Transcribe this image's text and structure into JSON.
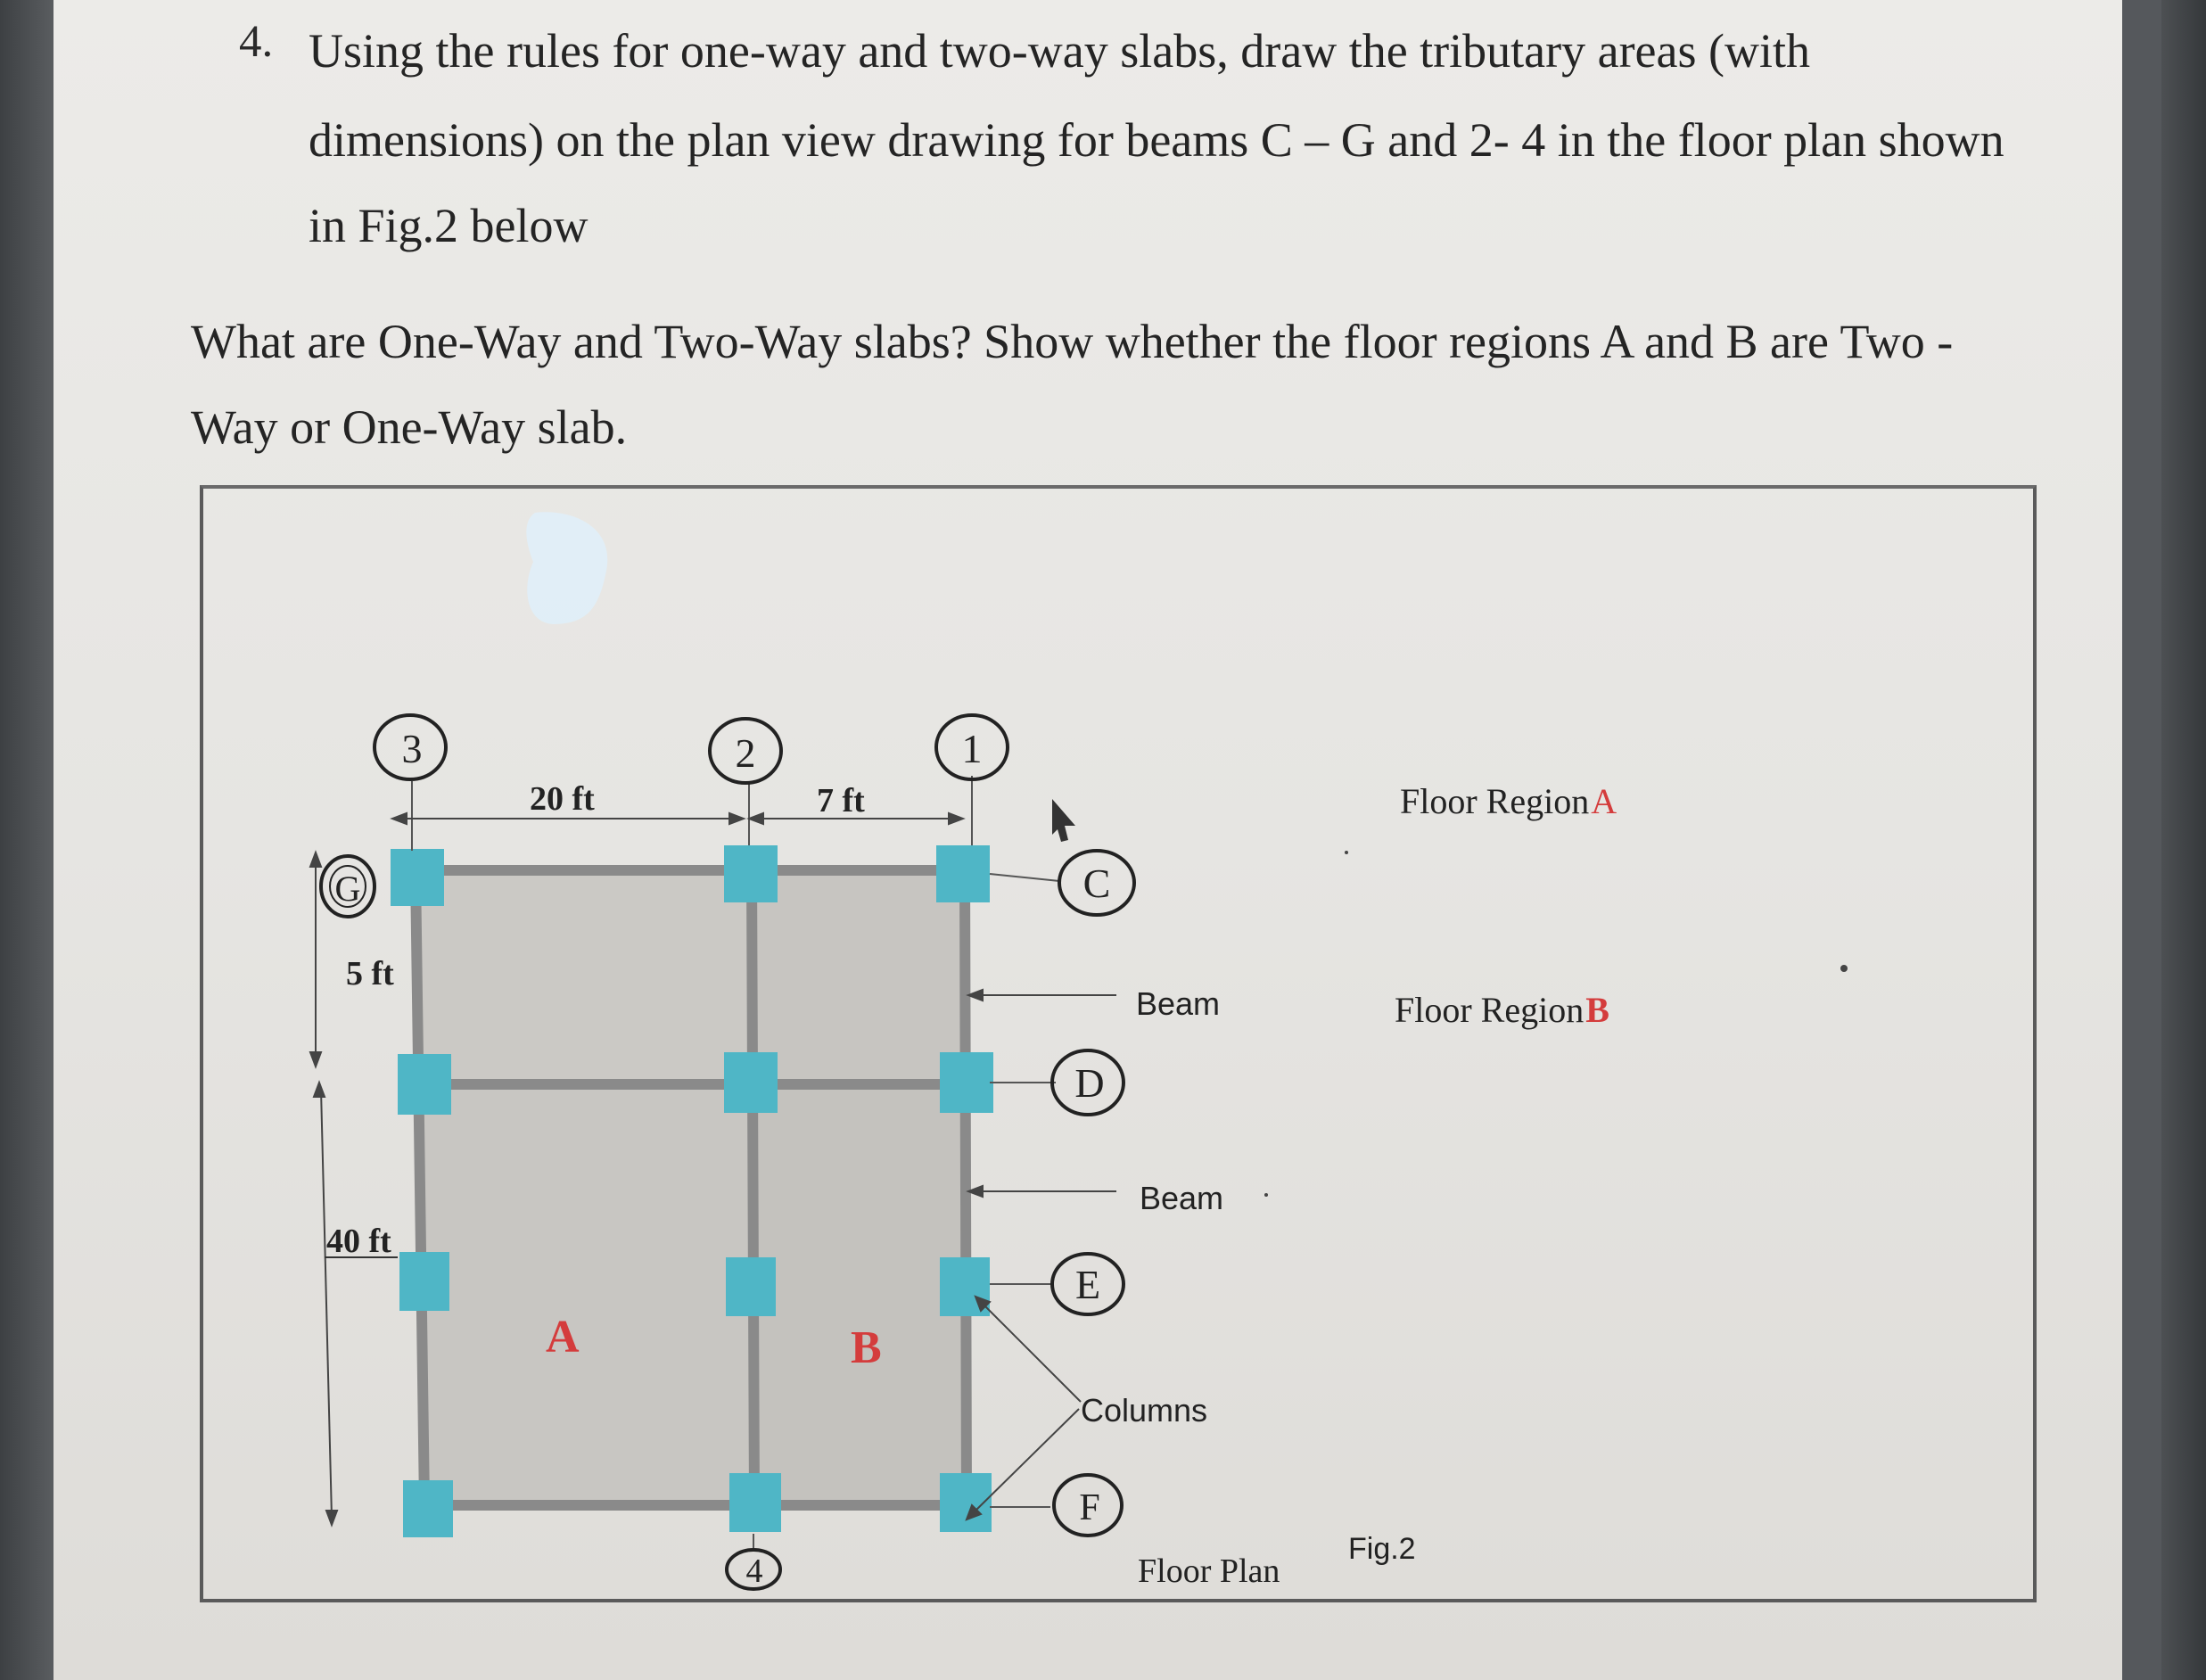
{
  "question": {
    "number": "4.",
    "line1": "Using the rules for one-way and two-way slabs, draw the tributary areas (with",
    "line2": "dimensions) on the plan view drawing for beams C – G and 2- 4 in the floor plan shown",
    "line3": "in Fig.2 below"
  },
  "prompt": {
    "line1": "What are One-Way and Two-Way slabs? Show whether the floor regions A and B are Two -",
    "line2": "Way or One-Way slab."
  },
  "figure": {
    "grid_columns": [
      "3",
      "2",
      "1"
    ],
    "grid_rows": [
      "G",
      "C",
      "D",
      "E",
      "F"
    ],
    "bottom_grid": "4",
    "dim_20": "20 ft",
    "dim_7": "7 ft",
    "dim_5": "5 ft",
    "dim_40": "40 ft",
    "region_a": "A",
    "region_b": "B",
    "beam_label_1": "Beam",
    "beam_label_2": "Beam",
    "columns_label": "Columns",
    "floor_plan_label": "Floor Plan",
    "fig_label": "Fig.2",
    "legend_a_text": "Floor Region",
    "legend_a_letter": "A",
    "legend_b_text": "Floor Region",
    "legend_b_letter": "B",
    "colors": {
      "column": "#4fb6c6",
      "slab": "#cbc9c5",
      "beam": "#8a8a8a",
      "region_label": "#d43c3c"
    }
  }
}
